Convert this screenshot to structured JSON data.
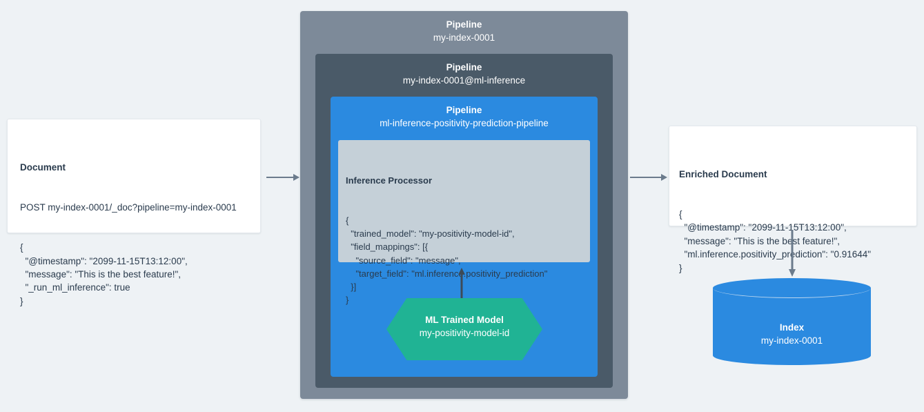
{
  "background_color": "#eef2f5",
  "palette": {
    "pipeline_outer": "#7d8a99",
    "pipeline_middle": "#4a5a68",
    "pipeline_inner": "#2b8ae0",
    "processor_bg": "#c5d0d8",
    "ml_model": "#20b394",
    "index": "#2b8ae0",
    "arrow": "#6b7b8c",
    "text_dark": "#2a3b4d",
    "card_bg": "#ffffff"
  },
  "document": {
    "title": "Document",
    "request_line": "POST my-index-0001/_doc?pipeline=my-index-0001",
    "body": "{\n  \"@timestamp\": \"2099-11-15T13:12:00\",\n  \"message\": \"This is the best feature!\",\n  \"_run_ml_inference\": true\n}"
  },
  "pipelines": {
    "outer": {
      "title": "Pipeline",
      "name": "my-index-0001"
    },
    "middle": {
      "title": "Pipeline",
      "name": "my-index-0001@ml-inference"
    },
    "inner": {
      "title": "Pipeline",
      "name": "ml-inference-positivity-prediction-pipeline"
    }
  },
  "inference_processor": {
    "title": "Inference Processor",
    "body": "{\n  \"trained_model\": \"my-positivity-model-id\",\n  \"field_mappings\": [{\n    \"source_field\": \"message\",\n    \"target_field\": \"ml.inference.positivity_prediction\"\n  }]\n}"
  },
  "ml_model": {
    "title": "ML Trained Model",
    "name": "my-positivity-model-id"
  },
  "enriched_document": {
    "title": "Enriched Document",
    "body": "{\n  \"@timestamp\": \"2099-11-15T13:12:00\",\n  \"message\": \"This is the best feature!\",\n  \"ml.inference.positivity_prediction\": \"0.91644\"\n}"
  },
  "index": {
    "title": "Index",
    "name": "my-index-0001"
  },
  "arrows": [
    {
      "name": "document-to-pipeline",
      "direction": "right"
    },
    {
      "name": "pipeline-to-enriched-document",
      "direction": "right"
    },
    {
      "name": "ml-model-to-inference-processor",
      "direction": "up"
    },
    {
      "name": "enriched-document-to-index",
      "direction": "down"
    }
  ]
}
